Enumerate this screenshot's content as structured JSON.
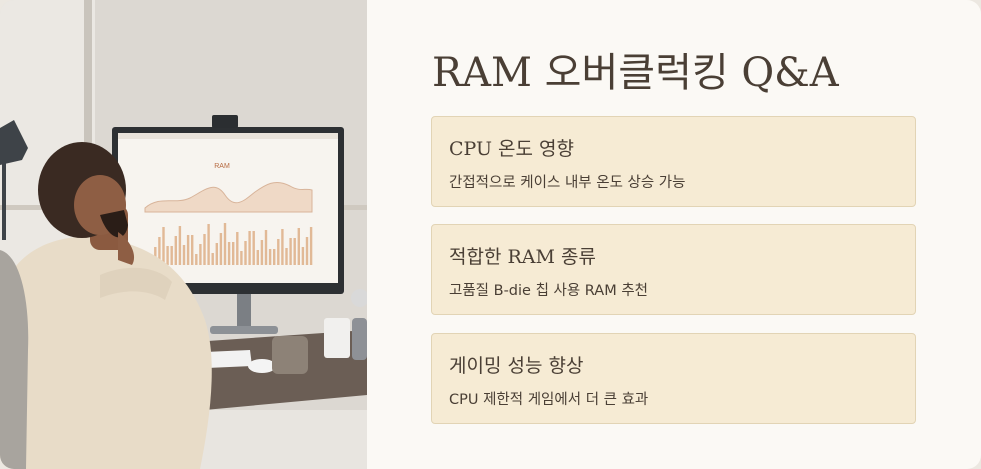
{
  "title": "RAM 오버클럭킹 Q&A",
  "photo": {
    "screen_chart_title": "RAM",
    "alt": "Man at desk looking at a monitor showing RAM charts"
  },
  "cards": [
    {
      "title": "CPU 온도 영향",
      "text": "간접적으로 케이스 내부 온도 상승 가능"
    },
    {
      "title": "적합한 RAM 종류",
      "text": "고품질 B-die 칩 사용 RAM 추천"
    },
    {
      "title": "게이밍 성능 향상",
      "text": "CPU 제한적 게임에서 더 큰 효과"
    }
  ],
  "colors": {
    "background": "#fbf9f5",
    "card_fill": "#f6ebd4",
    "card_border": "#e2d4b5",
    "text": "#4a3f35"
  }
}
